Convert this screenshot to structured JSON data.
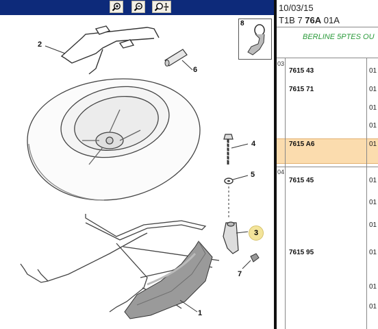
{
  "toolbar": {
    "zoom_in_icon": "zoom-in-icon",
    "zoom_out_icon": "zoom-out-icon",
    "zoom_pan_icon": "zoom-pan-icon",
    "bg_color": "#0d2a7a"
  },
  "diagram": {
    "callouts": [
      "2",
      "6",
      "4",
      "5",
      "3",
      "7",
      "1"
    ],
    "inset_number": "8",
    "highlighted_callout": "3"
  },
  "info": {
    "date": "10/03/15",
    "code_prefix": "T1B 7 ",
    "code_bold": "76A",
    "code_suffix": " 01A",
    "model": "BERLINE 5PTES OU",
    "model_color": "#2a9a3a",
    "highlight_color": "#fbdcae",
    "groups": [
      {
        "number": "03"
      },
      {
        "number": "04"
      }
    ],
    "parts": [
      {
        "ref": "7615 43",
        "qty": "01"
      },
      {
        "ref": "7615 71",
        "qty": "01"
      },
      {
        "ref": "7615 A6",
        "qty": "01"
      },
      {
        "ref": "7615 45",
        "qty": "01"
      },
      {
        "ref": "7615 95",
        "qty": "01"
      }
    ],
    "qty_only": [
      "01",
      "01",
      "01",
      "01",
      "01",
      "01"
    ]
  }
}
